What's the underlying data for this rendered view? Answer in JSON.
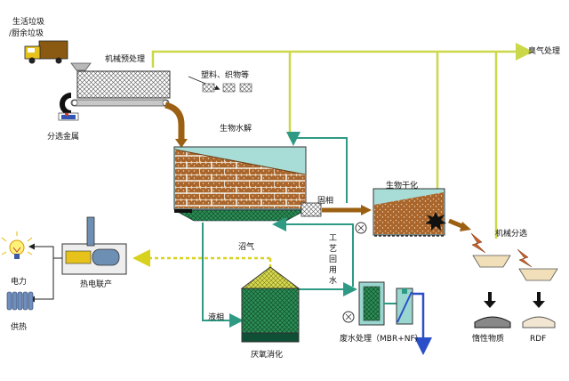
{
  "labels": {
    "msw": "生活垃圾",
    "kitchen": "/厨余垃圾",
    "pretreat": "机械预处理",
    "plastics": "塑料、织物等",
    "metal": "分选金属",
    "hydrolysis": "生物水解",
    "solid": "固相",
    "process_water": "工艺回用水",
    "biodrying": "生物干化",
    "mech_sort": "机械分选",
    "odor": "臭气处理",
    "biogas": "沼气",
    "chp": "热电联产",
    "power": "电力",
    "heat": "供热",
    "liquid": "液相",
    "ad": "厌氧消化",
    "wastewater": "废水处理（MBR+NF）",
    "inert": "惰性物质",
    "rdf": "RDF"
  },
  "colors": {
    "odor_line": "#cbd84a",
    "water_line": "#2e9a84",
    "biogas_line": "#d8d21e",
    "solid_arrow": "#9c6012",
    "effluent": "#2b4fc9",
    "tank_water": "#a8dcd6",
    "brick": "#b36b34",
    "mesh_green": "#1f7b47",
    "hopper": "#b9b9b9"
  },
  "icons": [
    "truck-icon",
    "magnet-icon",
    "bulb-icon",
    "radiator-icon",
    "fan-icon",
    "starburst-icon"
  ]
}
